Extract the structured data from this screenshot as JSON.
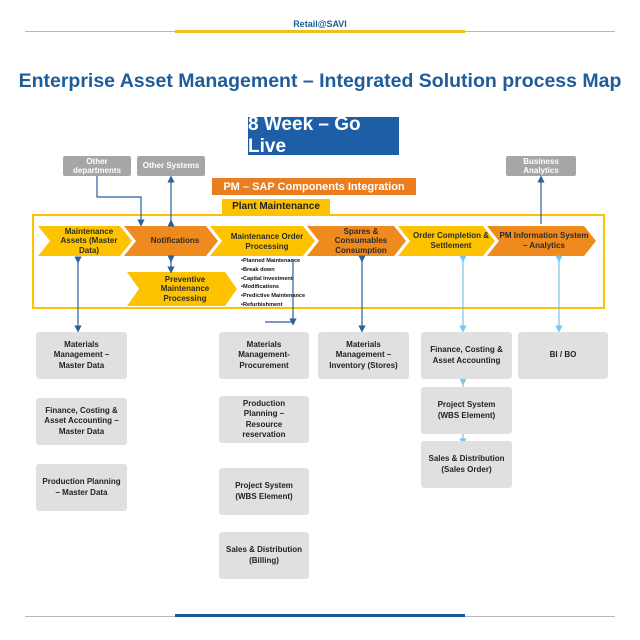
{
  "header": {
    "brand": "Retail@SAVI"
  },
  "title": "Enterprise Asset Management – Integrated Solution process Map",
  "go_live": "8 Week – Go Live",
  "sap_integration": "PM – SAP Components Integration",
  "plant_maintenance": "Plant Maintenance",
  "external": {
    "other_departments": "Other departments",
    "other_systems": "Other Systems",
    "business_analytics": "Business Analytics"
  },
  "process_steps": [
    "Maintenance Assets (Master Data)",
    "Notifications",
    "Maintenance Order Processing",
    "Spares & Consumables Consumption",
    "Order Completion & Settlement",
    "PM Information System – Analytics"
  ],
  "preventive": "Preventive Maintenance Processing",
  "order_types": [
    "Planned Maintenance",
    "Break down",
    "Capital Investment",
    "Modifications",
    "Predictive Maintenance",
    "Refurbishment"
  ],
  "modules": {
    "col1": [
      "Materials Management – Master Data",
      "Finance, Costing & Asset Accounting – Master Data",
      "Production Planning – Master Data"
    ],
    "col2": [
      "Materials Management- Procurement",
      "Production Planning – Resource reservation",
      "Project System (WBS Element)",
      "Sales & Distribution (Billing)"
    ],
    "col3": [
      "Materials Management – Inventory (Stores)"
    ],
    "col4": [
      "Finance, Costing & Asset Accounting",
      "Project System (WBS Element)",
      "Sales & Distribution (Sales Order)"
    ],
    "col5": [
      "BI / BO"
    ]
  },
  "colors": {
    "title_blue": "#1f5c99",
    "chevron_yellow": "#fdc300",
    "chevron_orange": "#ef8a1f",
    "module_grey": "#e0e0e0",
    "connector_dark": "#2a5f9a",
    "connector_light": "#7fc2e8"
  }
}
